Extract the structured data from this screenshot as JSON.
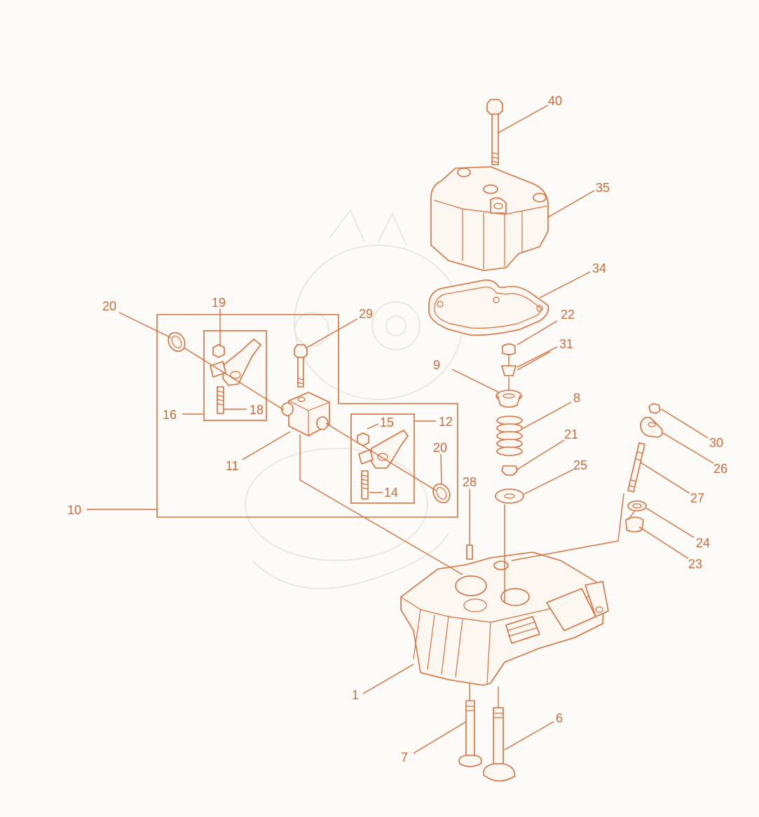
{
  "colors": {
    "line": "#d9703d",
    "text": "#d06a38",
    "background": "#fdfbf8"
  },
  "callouts": {
    "c1": "1",
    "c6": "6",
    "c7": "7",
    "c8": "8",
    "c9": "9",
    "c10": "10",
    "c11": "11",
    "c12": "12",
    "c14": "14",
    "c15": "15",
    "c16": "16",
    "c18": "18",
    "c19": "19",
    "c20a": "20",
    "c20b": "20",
    "c21": "21",
    "c22": "22",
    "c23": "23",
    "c24": "24",
    "c25": "25",
    "c26": "26",
    "c27": "27",
    "c28": "28",
    "c29": "29",
    "c30": "30",
    "c31": "31",
    "c34": "34",
    "c35": "35",
    "c40": "40"
  }
}
